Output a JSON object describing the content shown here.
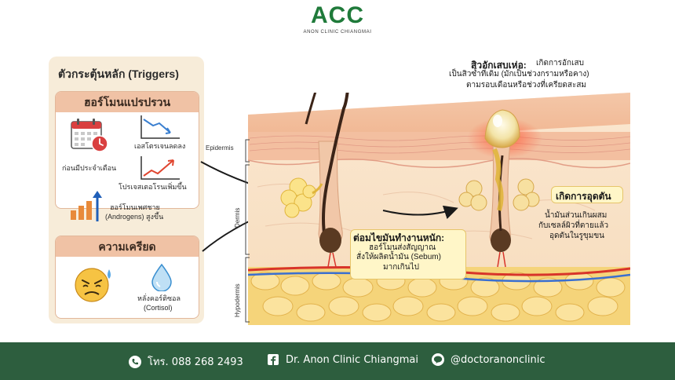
{
  "brand": {
    "logo_text": "ACC",
    "logo_subtitle": "ANON CLINIC CHIANGMAI",
    "color": "#1f7a3a"
  },
  "triggers": {
    "title": "ตัวกระตุ้นหลัก (Triggers)",
    "hormone": {
      "title": "ฮอร์โมนแปรปรวน",
      "items": [
        {
          "icon": "calendar-clock-icon",
          "label": "ก่อนมีประจำเดือน"
        },
        {
          "icon": "trend-down-icon",
          "label": "เอสโตรเจนลดลง"
        },
        {
          "icon": "trend-up-icon",
          "label": "โปรเจสเตอโรนเพิ่มขึ้น"
        },
        {
          "icon": "bar-growth-icon",
          "label": "ฮอร์โมนเพศชาย",
          "label2": "(Androgens) สูงขึ้น"
        }
      ]
    },
    "stress": {
      "title": "ความเครียด",
      "items": [
        {
          "icon": "stressed-face-icon",
          "label": ""
        },
        {
          "icon": "droplet-icon",
          "label": "หลั่งคอร์ติซอล",
          "label2": "(Cortisol)"
        }
      ]
    }
  },
  "layers": {
    "epidermis": "Epidermis",
    "dermis": "Dermis",
    "hypodermis": "Hypodermis"
  },
  "callouts": {
    "inflamed": {
      "title": "สิวอักเสบเห่อ:",
      "line1_rest": " เกิดการอักเสบ",
      "line2": "เป็นสิวซ้ำที่เดิม (มักเป็นช่วงกรามหรือคาง)",
      "line3": "ตามรอบเดือนหรือช่วงที่เครียดสะสม"
    },
    "sebum": {
      "title": "ต่อมไขมันทำงานหนัก:",
      "line1": "ฮอร์โมนส่งสัญญาณ",
      "line2": "สั่งให้ผลิตน้ำมัน (Sebum)",
      "line3": "มากเกินไป"
    },
    "clog": {
      "title": "เกิดการอุดตัน",
      "line1": "น้ำมันส่วนเกินผสม",
      "line2": "กับเซลล์ผิวที่ตายแล้ว",
      "line3": "อุดตันในรูขุมขน"
    }
  },
  "footer": {
    "phone": "โทร. 088 268 2493",
    "facebook": "Dr. Anon Clinic Chiangmai",
    "line": "@doctoranonclinic",
    "bg_color": "#2d5e3e"
  }
}
